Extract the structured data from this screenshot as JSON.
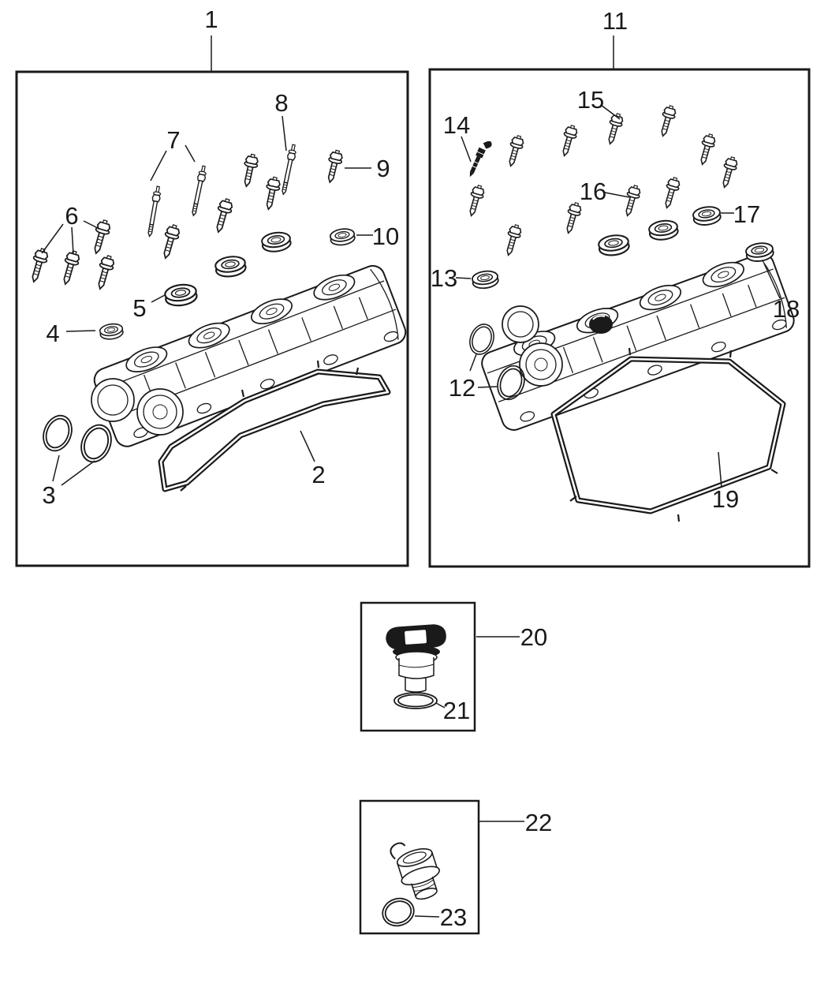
{
  "colors": {
    "background": "#ffffff",
    "line": "#1a1a1a"
  },
  "callouts": {
    "c1": {
      "label": "1"
    },
    "c2": {
      "label": "2"
    },
    "c3": {
      "label": "3"
    },
    "c4": {
      "label": "4"
    },
    "c5": {
      "label": "5"
    },
    "c6": {
      "label": "6"
    },
    "c7": {
      "label": "7"
    },
    "c8": {
      "label": "8"
    },
    "c9": {
      "label": "9"
    },
    "c10": {
      "label": "10"
    },
    "c11": {
      "label": "11"
    },
    "c12": {
      "label": "12"
    },
    "c13": {
      "label": "13"
    },
    "c14": {
      "label": "14"
    },
    "c15": {
      "label": "15"
    },
    "c16": {
      "label": "16"
    },
    "c17": {
      "label": "17"
    },
    "c18": {
      "label": "18"
    },
    "c19": {
      "label": "19"
    },
    "c20": {
      "label": "20"
    },
    "c21": {
      "label": "21"
    },
    "c22": {
      "label": "22"
    },
    "c23": {
      "label": "23"
    }
  }
}
